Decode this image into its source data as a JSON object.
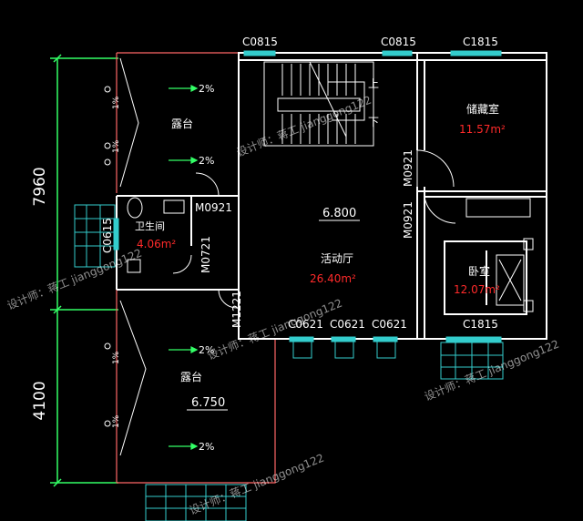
{
  "dimensions": {
    "upper": "7960",
    "lower": "4100"
  },
  "windows": {
    "top_left": "C0815",
    "top_middle": "C0815",
    "top_right": "C1815",
    "bottom_1": "C0621",
    "bottom_2": "C0621",
    "bottom_3": "C0621",
    "bedroom_bottom": "C1815",
    "bathroom_side": "C0615"
  },
  "doors": {
    "storage": "M0921",
    "bedroom": "M0921",
    "bathroom": "M0921",
    "bath_lower": "M0721",
    "balcony": "M1221"
  },
  "stairs": {
    "up": "上",
    "down": "下"
  },
  "rooms": {
    "terrace_top": {
      "name": "露台",
      "slopes": [
        "2%",
        "2%"
      ]
    },
    "terrace_bottom": {
      "name": "露台",
      "elevation": "6.750",
      "slopes": [
        "2%",
        "2%"
      ]
    },
    "storage": {
      "name": "储藏室",
      "area": "11.57m²"
    },
    "bathroom": {
      "name": "卫生间",
      "area": "4.06m²"
    },
    "activity_hall": {
      "name": "活动厅",
      "elevation": "6.800",
      "area": "26.40m²"
    },
    "bedroom": {
      "name": "卧室",
      "area": "12.07m²"
    }
  },
  "small_slopes": [
    "1%",
    "1%",
    "1%",
    "1%"
  ],
  "watermark": "设计师：蒋工 jianggong122",
  "colors": {
    "background": "#000000",
    "wall": "#ffffff",
    "window": "#33cccc",
    "dimension": "#33ff66",
    "area_text": "#ff2a2a",
    "slope_arrow": "#33ff66",
    "terrace_outline": "#ff6666"
  }
}
